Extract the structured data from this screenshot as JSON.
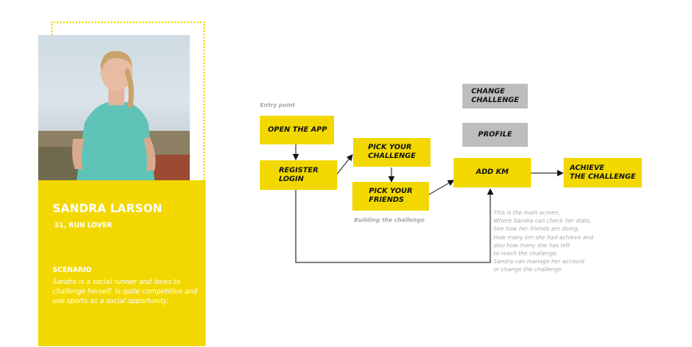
{
  "persona": {
    "name": "SANDRA LARSON",
    "age": "31,",
    "tagline": "RUN LOVER",
    "scenario_title": "SCENARIO",
    "scenario_text": "Sandra is a social runner and loves to challenge herself. Is quite competitive and use sports as a social opportunity."
  },
  "flow": {
    "entry_label": "Entry point",
    "open_app": "OPEN THE APP",
    "register_login": "REGISTER\nLOGIN",
    "pick_challenge": "PICK YOUR\nCHALLENGE",
    "pick_friends": "PICK YOUR\nFRIENDS",
    "building_label": "Building the challenge",
    "change_challenge": "CHANGE\nCHALLENGE",
    "profile": "PROFILE",
    "add_km": "ADD KM",
    "achieve": "ACHIEVE\nTHE CHALLENGE",
    "main_screen_note": "This is the main screen,\nWhere Sandra can check her stats,\nSee how her friends are doing,\nHow many km she had achieve and\nalso how many she has left\nto reach the challenge.\nSandra can manage her account\nor change the challenge."
  },
  "colors": {
    "accent": "#f2d800",
    "grey_box": "#bdbdbd",
    "note_text": "#a8a8a8"
  }
}
